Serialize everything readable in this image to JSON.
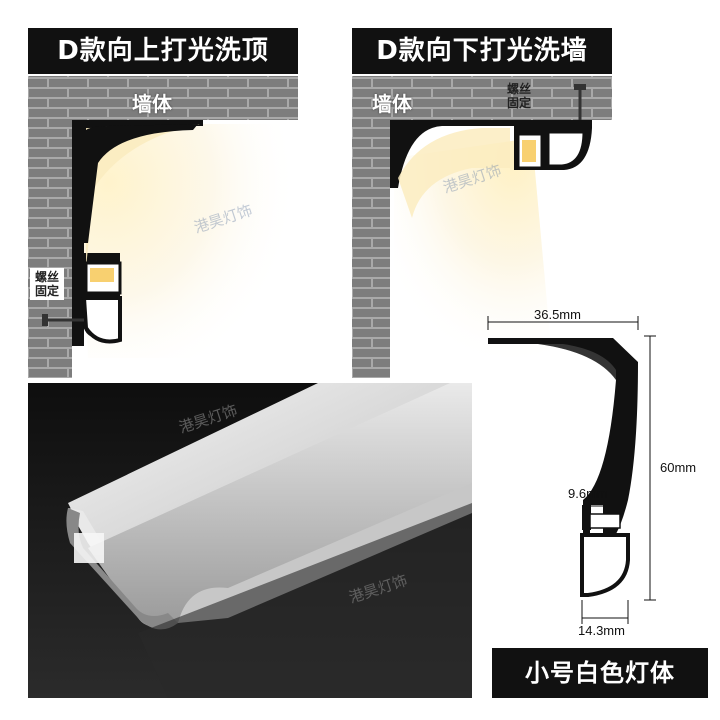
{
  "panel_top_left": {
    "title": "D款向上打光洗顶",
    "wall_label": "墙体",
    "screw_label": "螺丝固定"
  },
  "panel_top_right": {
    "title": "D款向下打光洗墙",
    "wall_label": "墙体",
    "screw_label": "螺丝固定"
  },
  "dimensions": {
    "width_top": "36.5mm",
    "height": "60mm",
    "slot": "9.6mm",
    "width_bottom": "14.3mm"
  },
  "caption": "小号白色灯体",
  "watermark": "港昊灯饰",
  "colors": {
    "brick": "#7d7d7d",
    "mortar": "#a9a9a9",
    "profile": "#111111",
    "light": "#fff1c9",
    "title_bg": "#111111"
  }
}
